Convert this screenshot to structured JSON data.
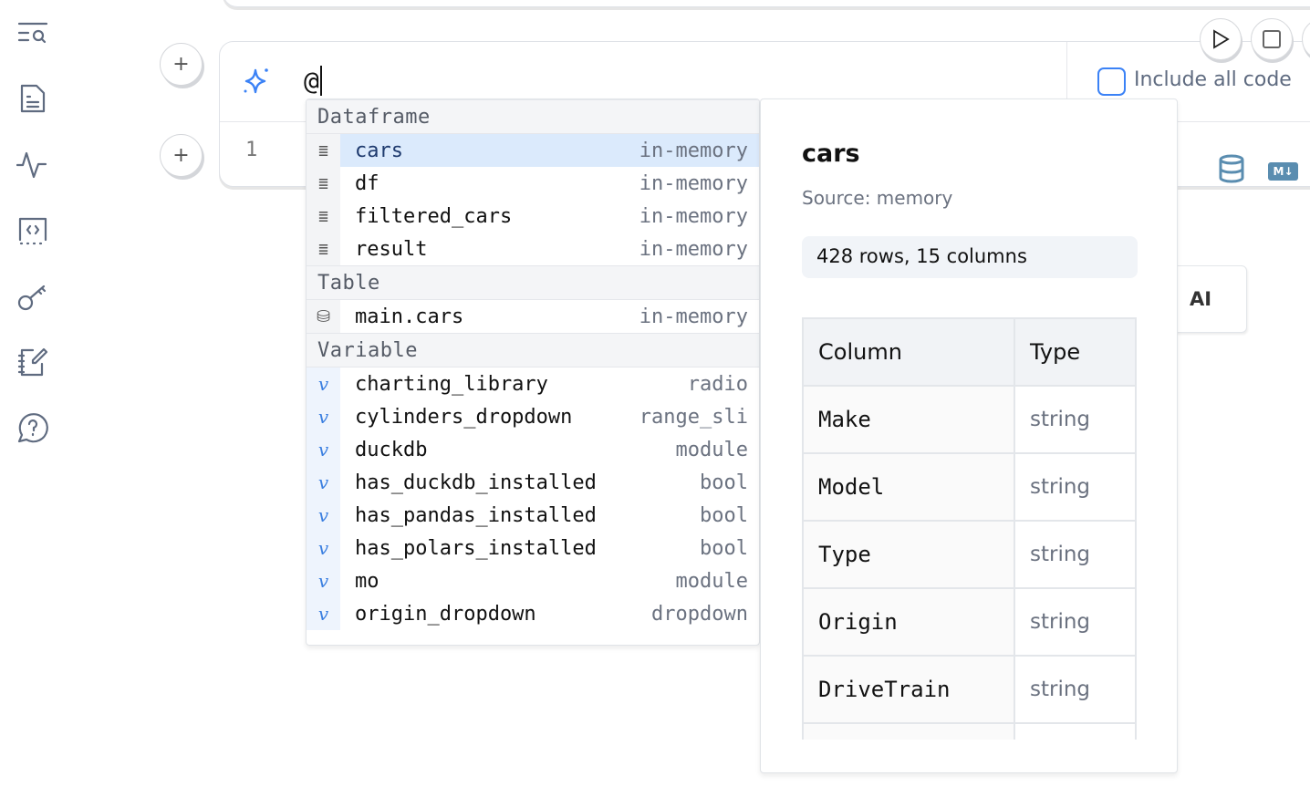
{
  "sidebar": {
    "items": [
      {
        "icon": "search-list-icon"
      },
      {
        "icon": "document-icon"
      },
      {
        "icon": "activity-icon"
      },
      {
        "icon": "code-snippet-icon"
      },
      {
        "icon": "key-icon"
      },
      {
        "icon": "notebook-edit-icon"
      },
      {
        "icon": "help-chat-icon"
      }
    ]
  },
  "cell": {
    "prompt_value": "@",
    "line_number": "1",
    "include_all_code_label": "Include all code",
    "include_all_code_checked": false,
    "ai_button_label": "AI"
  },
  "colors": {
    "accent": "#3b82f6",
    "selected": "#dbeafc"
  },
  "autocomplete": {
    "sections": [
      {
        "title": "Dataframe",
        "items": [
          {
            "label": "cars",
            "type": "in-memory",
            "selected": true
          },
          {
            "label": "df",
            "type": "in-memory"
          },
          {
            "label": "filtered_cars",
            "type": "in-memory"
          },
          {
            "label": "result",
            "type": "in-memory"
          }
        ]
      },
      {
        "title": "Table",
        "items": [
          {
            "label": "main.cars",
            "type": "in-memory"
          }
        ]
      },
      {
        "title": "Variable",
        "items": [
          {
            "label": "charting_library",
            "type": "radio"
          },
          {
            "label": "cylinders_dropdown",
            "type": "range_sli"
          },
          {
            "label": "duckdb",
            "type": "module"
          },
          {
            "label": "has_duckdb_installed",
            "type": "bool"
          },
          {
            "label": "has_pandas_installed",
            "type": "bool"
          },
          {
            "label": "has_polars_installed",
            "type": "bool"
          },
          {
            "label": "mo",
            "type": "module"
          },
          {
            "label": "origin_dropdown",
            "type": "dropdown"
          }
        ]
      }
    ]
  },
  "info": {
    "title": "cars",
    "source": "Source: memory",
    "stats": "428 rows, 15 columns",
    "headers": [
      "Column",
      "Type"
    ],
    "rows": [
      [
        "Make",
        "string"
      ],
      [
        "Model",
        "string"
      ],
      [
        "Type",
        "string"
      ],
      [
        "Origin",
        "string"
      ],
      [
        "DriveTrain",
        "string"
      ]
    ]
  }
}
